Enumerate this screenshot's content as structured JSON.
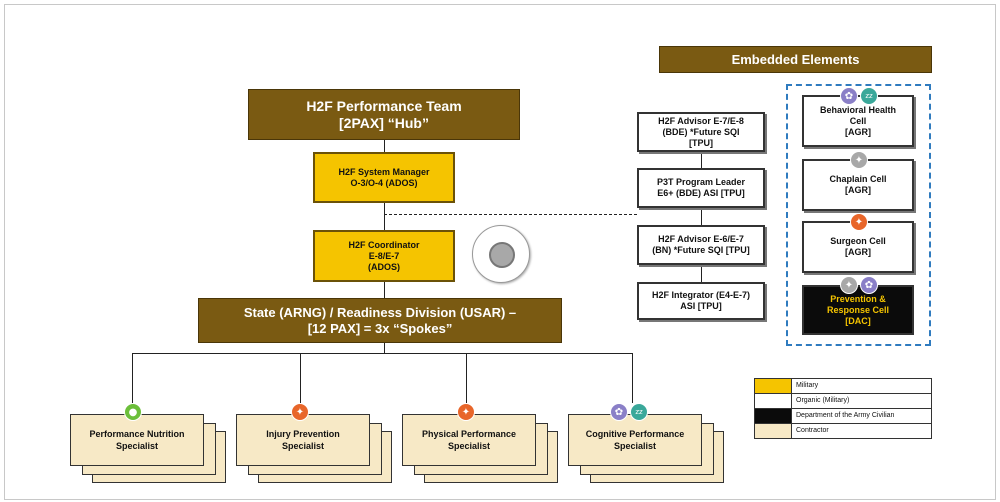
{
  "embedded_header": "Embedded Elements",
  "hub": {
    "line1": "H2F Performance Team",
    "line2": "[2PAX] “Hub”"
  },
  "system_manager": {
    "line1": "H2F System Manager",
    "line2": "O-3/O-4 (ADOS)"
  },
  "coordinator": {
    "line1": "H2F Coordinator",
    "line2": "E-8/E-7",
    "line3": "(ADOS)"
  },
  "spokes": {
    "line1": "State (ARNG) / Readiness Division (USAR) –",
    "line2": "[12 PAX] = 3x “Spokes”"
  },
  "middle_column": [
    {
      "lines": [
        "H2F Advisor E-7/E-8",
        "(BDE) *Future SQI",
        "[TPU]"
      ]
    },
    {
      "lines": [
        "P3T Program Leader",
        "E6+ (BDE) ASI [TPU]"
      ]
    },
    {
      "lines": [
        "H2F Advisor E-6/E-7",
        "(BN) *Future SQI [TPU]"
      ]
    },
    {
      "lines": [
        "H2F Integrator (E4-E-7)",
        "ASI [TPU]"
      ]
    }
  ],
  "cells": [
    {
      "lines": [
        "Behavioral Health",
        "Cell",
        "[AGR]"
      ],
      "icons": [
        "brain-icon",
        "sleep-icon"
      ]
    },
    {
      "lines": [
        "Chaplain Cell",
        "[AGR]"
      ],
      "icons": [
        "chaplain-icon"
      ]
    },
    {
      "lines": [
        "Surgeon Cell",
        "[AGR]"
      ],
      "icons": [
        "running-icon"
      ]
    },
    {
      "lines": [
        "Prevention &",
        "Response Cell",
        "[DAC]"
      ],
      "icons": [
        "chaplain-icon",
        "brain-icon"
      ]
    }
  ],
  "specialists": [
    {
      "line1": "Performance Nutrition",
      "line2": "Specialist",
      "icon": "apple-icon"
    },
    {
      "line1": "Injury Prevention",
      "line2": "Specialist",
      "icon": "running-icon"
    },
    {
      "line1": "Physical Performance",
      "line2": "Specialist",
      "icon": "running-icon"
    },
    {
      "line1": "Cognitive Performance",
      "line2": "Specialist",
      "icon": "brain-icon"
    }
  ],
  "legend": [
    {
      "label": "Military",
      "color": "#f5c400"
    },
    {
      "label": "Organic (Military)",
      "color": "#ffffff"
    },
    {
      "label": "Department of the Army Civilian",
      "color": "#0b0b0b"
    },
    {
      "label": "Contractor",
      "color": "#f7e9c6"
    }
  ],
  "colors": {
    "brown": "#7a5a12",
    "gold": "#f5c400",
    "cream": "#f7e9c6",
    "dashed_border": "#2f7bbf",
    "icon_purple": "#8a7fc7",
    "icon_teal": "#3aa89a",
    "icon_orange": "#e8662a",
    "icon_green": "#6cbf3a",
    "icon_gray": "#a8a8a8"
  }
}
